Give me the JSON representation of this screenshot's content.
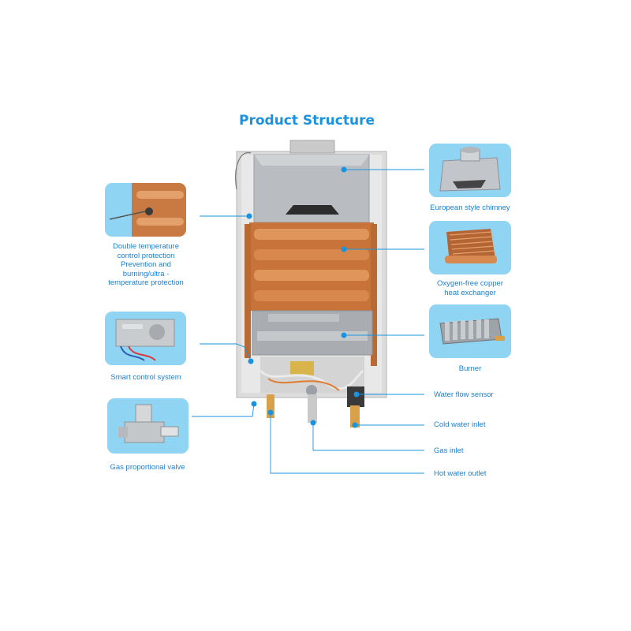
{
  "title": "Product Structure",
  "colors": {
    "accent": "#1a93df",
    "card": "#8fd4f2",
    "label": "#1a7fd0",
    "copper": "#c8733a"
  },
  "labels": {
    "chimney": "European style chimney",
    "heat_exchanger_1": "Oxygen-free copper",
    "heat_exchanger_2": "heat exchanger",
    "burner": "Burner",
    "water_flow_sensor": "Water flow sensor",
    "cold_water_inlet": "Cold water inlet",
    "gas_inlet": "Gas inlet",
    "hot_water_outlet": "Hot water outlet",
    "double_temp_1": "Double temperature",
    "double_temp_2": "control protection",
    "double_temp_3": "Prevention and",
    "double_temp_4": "burning/ultra -",
    "double_temp_5": "temperature protection",
    "smart_control": "Smart control system",
    "gas_valve": "Gas proportional valve"
  }
}
